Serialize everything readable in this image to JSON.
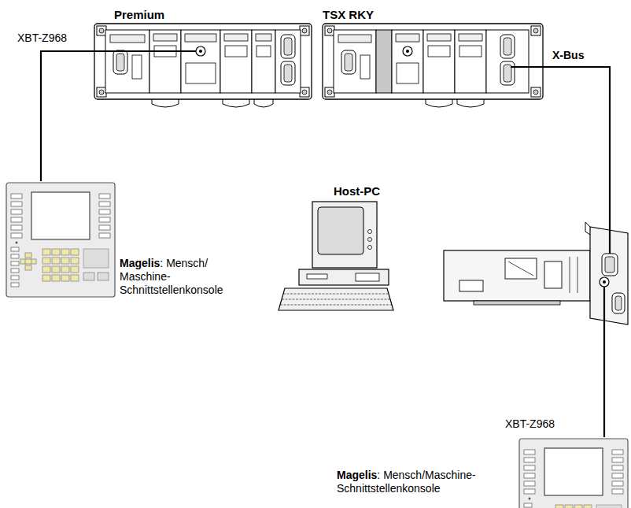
{
  "diagram": {
    "nodes": [
      {
        "text": [
          "Premium"
        ]
      },
      {
        "text": [
          "TSX RKY"
        ]
      },
      {
        "text": [
          "Magelis: Mensch/ Maschine- Schnittstellenkonsole"
        ]
      },
      {
        "text": [
          "Host-PC"
        ]
      },
      {
        "text": [
          "Magelis: Mensch/Maschine- Schnittstellenkonsole"
        ]
      }
    ],
    "edges": [
      {
        "from": 0,
        "to": 2,
        "arrow": "none",
        "label": "XBT-Z968"
      },
      {
        "from": 1,
        "to": 3,
        "arrow": "none",
        "label": "X-Bus"
      },
      {
        "from": 3,
        "to": 4,
        "arrow": "none",
        "label": "XBT-Z968"
      }
    ]
  }
}
